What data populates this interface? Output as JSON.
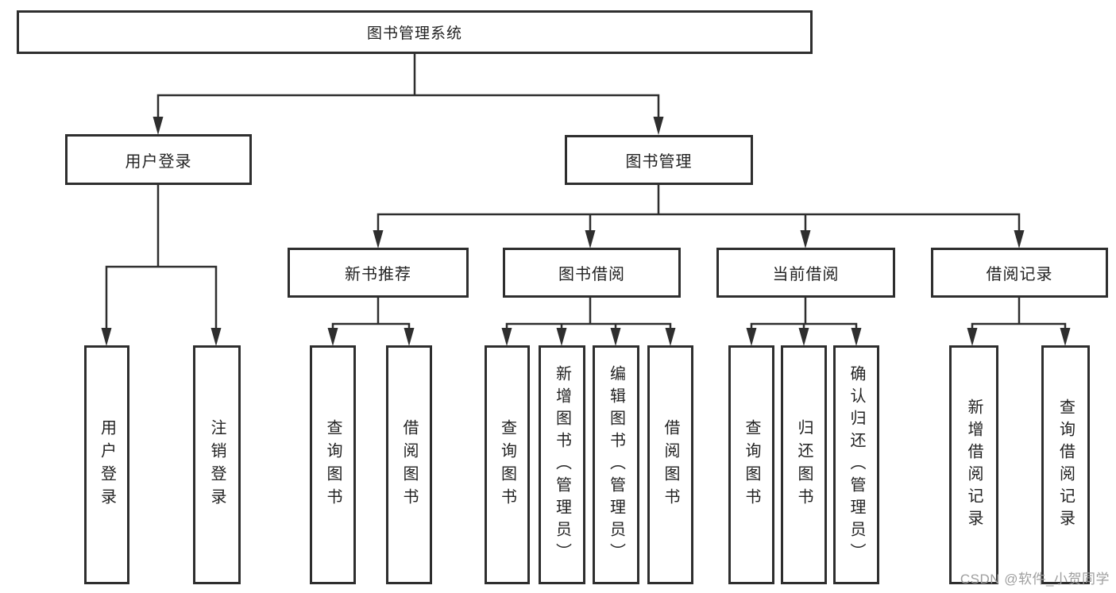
{
  "root": {
    "label": "图书管理系统"
  },
  "user_login": {
    "label": "用户登录",
    "children": [
      "用户登录",
      "注销登录"
    ]
  },
  "book_mgmt": {
    "label": "图书管理"
  },
  "new_books": {
    "label": "新书推荐",
    "children": [
      "查询图书",
      "借阅图书"
    ]
  },
  "book_borrow": {
    "label": "图书借阅",
    "children": [
      "查询图书",
      "新增图书（管理员）",
      "编辑图书（管理员）",
      "借阅图书"
    ]
  },
  "current_borrow": {
    "label": "当前借阅",
    "children": [
      "查询图书",
      "归还图书",
      "确认归还（管理员）"
    ]
  },
  "borrow_records": {
    "label": "借阅记录",
    "children": [
      "新增借阅记录",
      "查询借阅记录"
    ]
  },
  "watermark": "CSDN @软件_小贺同学",
  "colors": {
    "line": "#2e2e2e",
    "box_border": "#2e2e2e",
    "text": "#222222",
    "watermark": "#9e9e9e",
    "background": "#ffffff"
  }
}
